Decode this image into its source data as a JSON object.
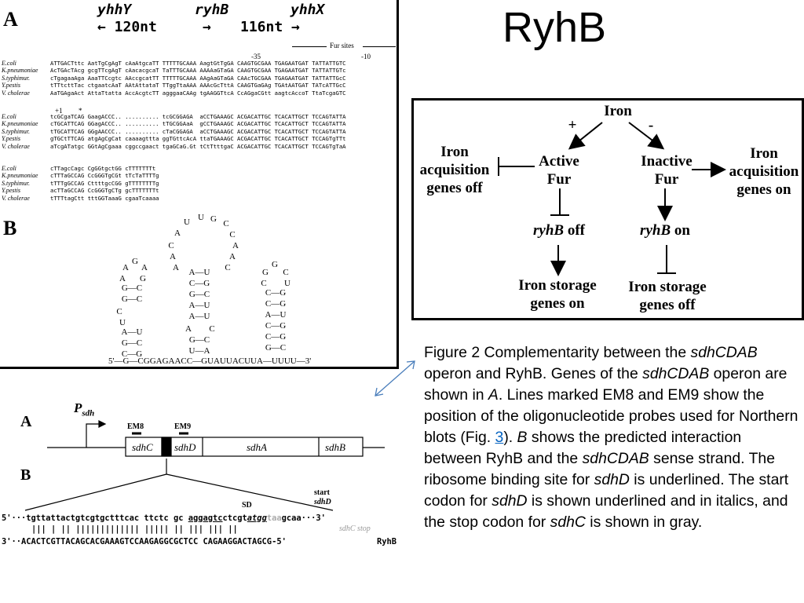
{
  "slide": {
    "title": "RyhB"
  },
  "panel_a": {
    "letter_a": "A",
    "letter_b": "B",
    "gene_left": "yhhY",
    "gene_mid": "ryhB",
    "gene_right": "yhhX",
    "dist_left": "← 120nt",
    "dist_arrow": "→",
    "dist_right": "116nt  →",
    "fur_sites": "Fur sites",
    "minus35": "-35",
    "minus10": "-10",
    "plus1": "+1",
    "star": "*",
    "block1": [
      {
        "org": "E.coli",
        "seq": "ATTGACTttc AatTgCgAgT cAaAtgcaTT TTTTTGCAAA AagtGtTgGA CAAGTGCGAA TGAGAATGAT TATTATTGTC"
      },
      {
        "org": "K.pneumoniae",
        "seq": "AcTGAcTAcg gcgTTcgAgT cAacacgcaT TaTTTGCAAA AAAAaGTaGA CAAGTGCGAA TGAGAATGAT TATTATTGTc"
      },
      {
        "org": "S.typhimur.",
        "seq": "cTgagaaAga AaaTTCcgtc AAccgcatTT TTTTTGCAAA AAgAaGTaGA CAAcTGCGAA TGAGAATGAT TATTATTGcC"
      },
      {
        "org": "Y.pestis",
        "seq": "tTTtcttTac ctgaatcAaT AAtAttataT TTggTtaAAA AAAcGcTttA CAAGTGaGAg TGAtAATGAT TATcATTGcC"
      },
      {
        "org": "V. cholerae",
        "seq": "AaTGAgaAct AttaTtatta AccAcgtcTT agggaaCAAg tgAAGGTtcA CcAGgaCGtt aagtcAccoT TtaTcgaGTC"
      }
    ],
    "block2": [
      {
        "org": "E.coli",
        "seq": "tcGCgaTCAG GaagACCC.. .......... tcGCGGAGA  aCCTGAAAGC ACGACATTGC TCACATTGCT TCCAGTATTA"
      },
      {
        "org": "K.pneumoniae",
        "seq": "cTGCATTCAG GGagACCC.. .......... tTGCGGAaA  gCCTGAAAGC ACGACATTGC TCACATTGCT TCCAGTATTA"
      },
      {
        "org": "S.typhimur.",
        "seq": "tTGCATTCAG GGgAACCC.. .......... cTaCGGAGA  aCCTGAAAGC ACGACATTGC TCACATTGCT TCCAGTATTA"
      },
      {
        "org": "Y.pestis",
        "seq": "gTGCtTTCAG atgAgCgCat caaaagttta ggTGttcAcA ttaTGAAAGC ACGACATTGC TCACATTGCT TCCAGTgTTt"
      },
      {
        "org": "V. cholerae",
        "seq": "aTcgATatgc GGtAgCgaaa cggccgaact tgaGCaG.Gt tCtTtttgaC ACGACATTGC TCACATTGCT TCCAGTgTaA"
      }
    ],
    "block3": [
      {
        "org": "E.coli",
        "seq": "cTTagcCagc CgGGtgctGG cTTTTTTTt"
      },
      {
        "org": "K.pneumoniae",
        "seq": "cTTTaGCCAG CcGGGTgCGt tTcTaTTTTg"
      },
      {
        "org": "S.typhimur.",
        "seq": "tTTTgGCCAG CttttgcCGG gTTTTTTTTg"
      },
      {
        "org": "Y.pestis",
        "seq": "acTTaGCCAG CcGGGTgCTg gcTTTTTTTt"
      },
      {
        "org": "V. cholerae",
        "seq": "tTTTtagCtt tttGGTaaaG cgaaTcaaaa"
      }
    ],
    "structure_bottom": "5'—G—CGGAGAACC—GUAUUACUUA—UUUU—3'"
  },
  "regulation": {
    "iron": "Iron",
    "plus": "+",
    "minus": "-",
    "active_fur": "Active\nFur",
    "inactive_fur": "Inactive\nFur",
    "acq_off": "Iron\nacquisition\ngenes off",
    "acq_on": "Iron\nacquisition\ngenes on",
    "ryhb_off_gene": "ryhB",
    "ryhb_off_state": " off",
    "ryhb_on_gene": "ryhB",
    "ryhb_on_state": " on",
    "storage_on": "Iron storage\ngenes on",
    "storage_off": "Iron storage\ngenes off"
  },
  "caption": {
    "p1": "Figure 2 Complementarity between the ",
    "i1": "sdhCDAB",
    "p2": " operon and RyhB. Genes of the ",
    "i2": "sdhCDAB",
    "p3": " operon are shown in ",
    "i3": "A",
    "p4": ". Lines marked EM8 and EM9 show the position of the oligonucleotide probes used for Northern blots (Fig. ",
    "link": "3",
    "p5": "). ",
    "i4": "B",
    "p6": " shows the predicted interaction between RyhB and the ",
    "i5": "sdhCDAB",
    "p7": " sense strand. The ribosome binding site for ",
    "i6": "sdhD",
    "p8": " is underlined. The start codon for ",
    "i7": "sdhD",
    "p9": " is shown underlined and in italics, and the stop codon for ",
    "i8": "sdhC",
    "p10": " is shown in gray."
  },
  "sdh": {
    "letter_a": "A",
    "letter_b": "B",
    "promoter": "P",
    "promoter_sub": "sdh",
    "em8": "EM8",
    "em9": "EM9",
    "gene_c": "sdhC",
    "gene_d": "sdhD",
    "gene_a": "sdhA",
    "gene_b": "sdhB",
    "sd": "SD",
    "start_label": "start",
    "start_gene": "sdhD",
    "stop_label": "sdhC stop",
    "seq_top_a": "5'···tgttattactgtcgtgctttcac ttctc gc ",
    "seq_top_b": "aggagtc",
    "seq_top_c": "ctcgt",
    "seq_top_d": "atgg",
    "seq_top_e": "taa",
    "seq_top_f": "gcaa···3'",
    "pairs": "||| | || ||||||||||||| ||||| || ||| ||| ||",
    "seq_bottom": "3'··ACACTCGTTACAGCACGAAAGTCCAAGAGGCGCTCC CAGAAGGACTAGCG-5'",
    "ryhb": "RyhB"
  }
}
